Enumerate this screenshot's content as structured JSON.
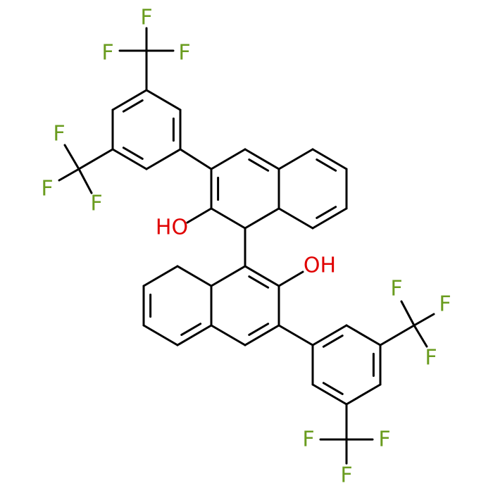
{
  "colors": {
    "bond": "#000000",
    "fluorine": "#6a9c1f",
    "oxygen": "#e00000",
    "background": "#ffffff"
  },
  "labels": {
    "F": "F",
    "OH": "OH",
    "HO": "HO"
  }
}
